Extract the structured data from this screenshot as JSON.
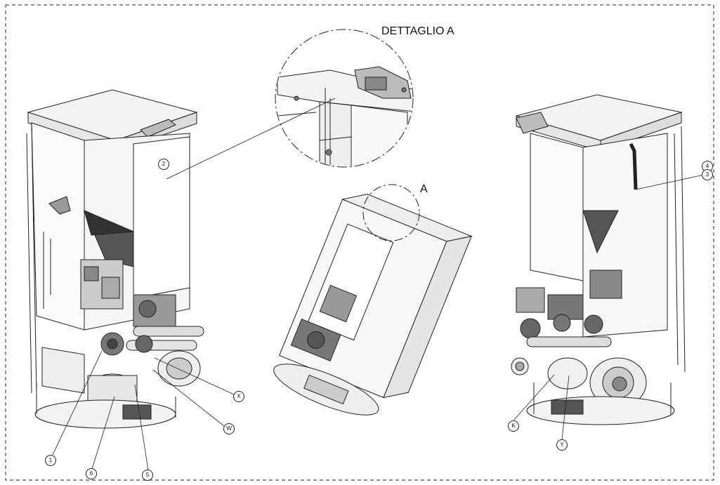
{
  "diagram": {
    "title": "DETTAGLIO A",
    "detail_marker": "A",
    "callouts": {
      "c1": "1",
      "c2": "2",
      "c3": "3",
      "c4": "4",
      "c5": "5",
      "c6": "6",
      "cX": "X",
      "cW": "W",
      "cK": "K",
      "cY": "Y"
    }
  }
}
